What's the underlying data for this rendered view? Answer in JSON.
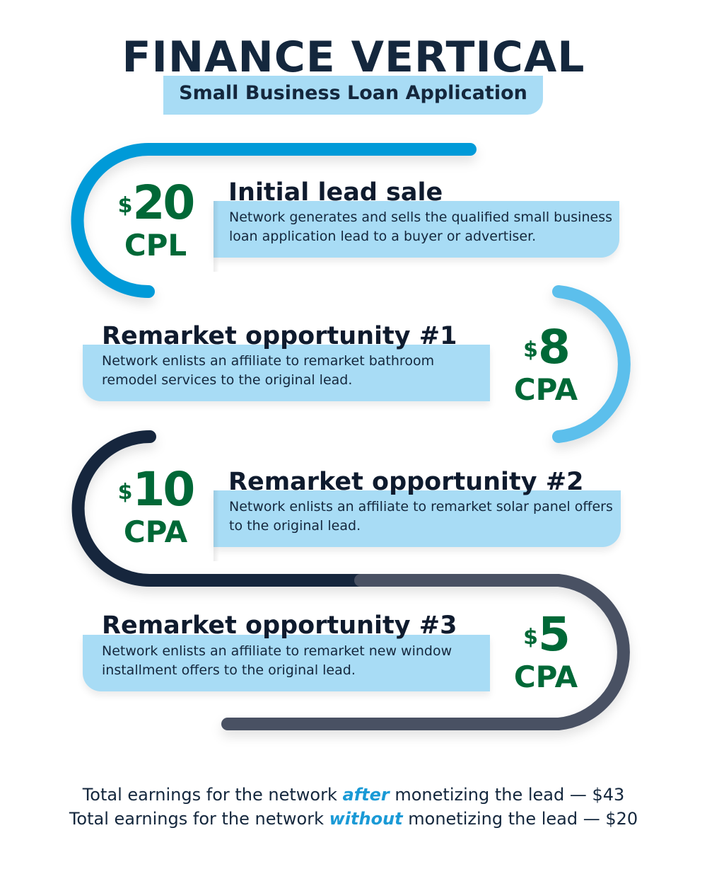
{
  "header": {
    "title": "FINANCE VERTICAL",
    "subtitle": "Small Business Loan Application"
  },
  "steps": [
    {
      "heading": "Initial lead sale",
      "description": "Network generates and sells the qualified small business loan application lead to a buyer or advertiser.",
      "currency": "$",
      "amount": "20",
      "unit": "CPL"
    },
    {
      "heading": "Remarket opportunity #1",
      "description": "Network enlists an affiliate to remarket bathroom remodel services to the original lead.",
      "currency": "$",
      "amount": "8",
      "unit": "CPA"
    },
    {
      "heading": "Remarket opportunity #2",
      "description": "Network enlists an affiliate to remarket solar panel offers to the original lead.",
      "currency": "$",
      "amount": "10",
      "unit": "CPA"
    },
    {
      "heading": "Remarket opportunity #3",
      "description": "Network enlists an affiliate to remarket new window installment offers to the original lead.",
      "currency": "$",
      "amount": "5",
      "unit": "CPA"
    }
  ],
  "footer": {
    "line1": {
      "pre": "Total earnings for the network ",
      "emph": "after",
      "post": " monetizing the lead — $43"
    },
    "line2": {
      "pre": "Total earnings for the network ",
      "emph": "without",
      "post": " monetizing the lead — $20"
    }
  },
  "colors": {
    "segment1": "#009ad8",
    "segment2": "#5bbfec",
    "segment3": "#14273d",
    "segment4": "#4a5164",
    "value_green": "#006837",
    "box_blue": "#a8dcf5",
    "accent": "#1a9ad6"
  }
}
